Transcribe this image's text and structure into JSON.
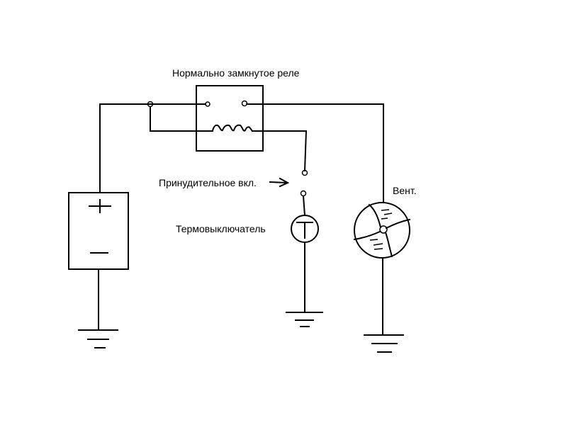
{
  "diagram": {
    "labels": {
      "relay": "Нормально замкнутое реле",
      "forced_switch": "Принудительное вкл.",
      "thermo_switch": "Термовыключатель",
      "fan": "Вент."
    },
    "battery": {
      "plus": "+",
      "minus": "−"
    },
    "colors": {
      "line": "#000000",
      "background": "#ffffff"
    }
  }
}
